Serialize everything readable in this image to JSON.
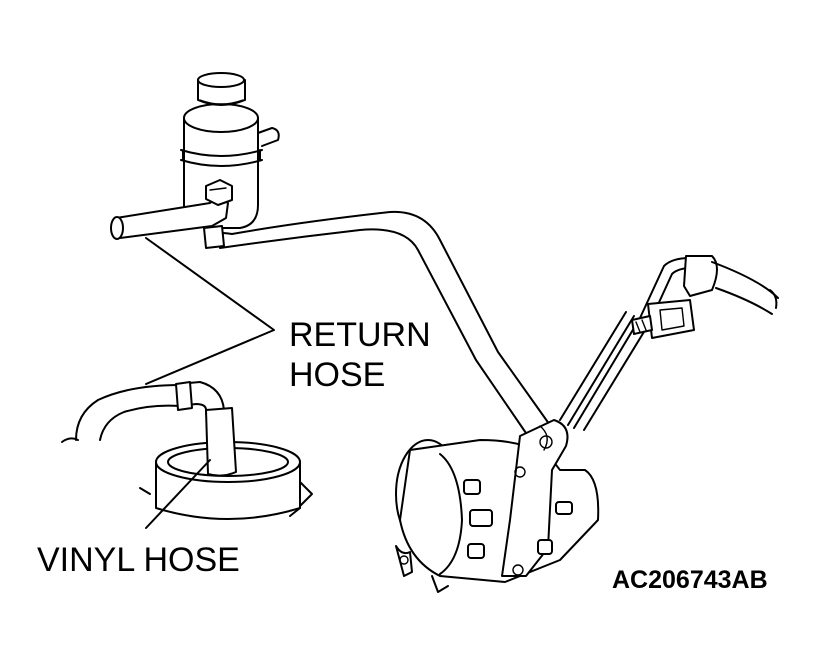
{
  "labels": {
    "return_hose_line1": "RETURN",
    "return_hose_line2": "HOSE",
    "vinyl_hose": "VINYL HOSE",
    "figure_code": "AC206743AB"
  },
  "colors": {
    "line": "#000000",
    "background": "#ffffff"
  }
}
